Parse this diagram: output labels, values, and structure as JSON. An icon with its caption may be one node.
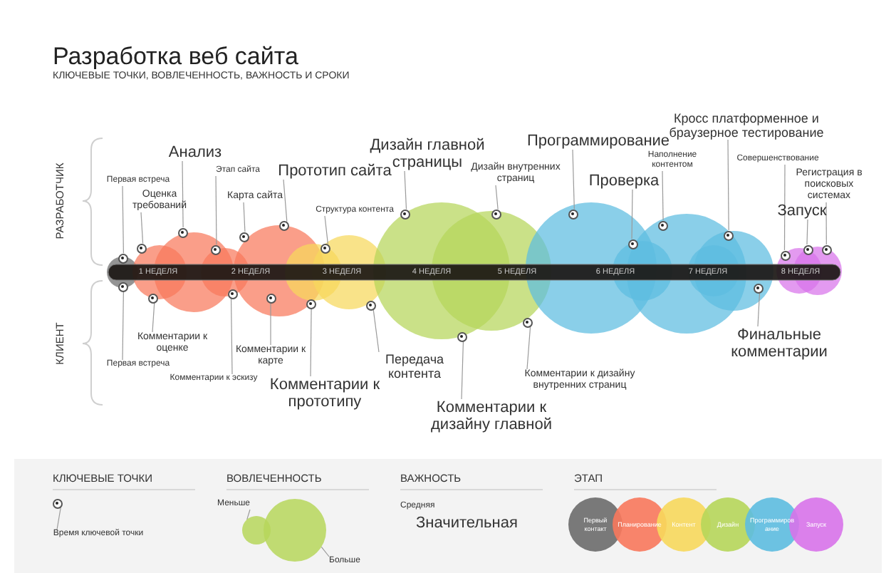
{
  "diagram": {
    "title": "Разработка веб сайта",
    "nodes": [
      {
        "text": [
          "Первая встреча"
        ]
      },
      {
        "text": [],
        "shape": "circle"
      },
      {
        "text": [
          "Оценка требований"
        ]
      },
      {
        "text": [],
        "shape": "circle"
      },
      {
        "text": [
          "Анализ"
        ]
      },
      {
        "text": [],
        "shape": "circle"
      },
      {
        "text": [
          "Этап сайта"
        ]
      },
      {
        "text": [],
        "shape": "circle"
      },
      {
        "text": [
          "Карта сайта"
        ]
      },
      {
        "text": [],
        "shape": "circle"
      },
      {
        "text": [
          "Прототип сайта"
        ]
      },
      {
        "text": [],
        "shape": "circle"
      },
      {
        "text": [
          "Структура контента"
        ]
      },
      {
        "text": [],
        "shape": "circle"
      },
      {
        "text": [
          "Дизайн главной страницы"
        ]
      },
      {
        "text": [],
        "shape": "circle"
      },
      {
        "text": [
          "Дизайн внутренних страниц"
        ]
      },
      {
        "text": [],
        "shape": "circle"
      },
      {
        "text": [
          "Программирование"
        ]
      },
      {
        "text": [],
        "shape": "circle"
      },
      {
        "text": [
          "Проверка"
        ]
      },
      {
        "text": [],
        "shape": "circle"
      },
      {
        "text": [
          "Наполнение контентом"
        ]
      },
      {
        "text": [],
        "shape": "circle"
      },
      {
        "text": [
          "Кросс платформенное и браузерное тестирование"
        ]
      },
      {
        "text": [],
        "shape": "circle"
      },
      {
        "text": [
          "Совершенствование"
        ]
      },
      {
        "text": [],
        "shape": "circle"
      },
      {
        "text": [
          "Регистрация в поисковых системах"
        ]
      },
      {
        "text": [],
        "shape": "circle"
      },
      {
        "text": [
          "Запуск"
        ]
      },
      {
        "text": [],
        "shape": "circle"
      },
      {
        "text": [
          "Первая встреча"
        ]
      },
      {
        "text": [],
        "shape": "circle"
      },
      {
        "text": [
          "Комментарии к оценке"
        ]
      },
      {
        "text": [],
        "shape": "circle"
      },
      {
        "text": [
          "Комментарии к эскизу"
        ]
      },
      {
        "text": [],
        "shape": "circle"
      },
      {
        "text": [
          "Комментарии к карте"
        ]
      },
      {
        "text": [],
        "shape": "circle"
      },
      {
        "text": [
          "Комментарии к прототипу"
        ]
      },
      {
        "text": [],
        "shape": "circle"
      },
      {
        "text": [
          "Передача контента"
        ]
      },
      {
        "text": [],
        "shape": "circle"
      },
      {
        "text": [
          "Комментарии к дизайну главной"
        ]
      },
      {
        "text": [],
        "shape": "circle"
      },
      {
        "text": [
          "Комментарии к дизайну внутренних страниц"
        ]
      },
      {
        "text": [],
        "shape": "circle"
      },
      {
        "text": [
          "Финальные комментарии"
        ]
      },
      {
        "text": [],
        "shape": "circle"
      },
      {
        "text": [
          "Время ключевой точки"
        ]
      },
      {
        "text": [],
        "shape": "circle"
      },
      {
        "text": [
          "Меньше"
        ]
      },
      {
        "text": [],
        "shape": "circle"
      },
      {
        "text": [
          "Больше"
        ]
      },
      {
        "text": [],
        "shape": "circle"
      }
    ],
    "edges": [
      {
        "from": 0,
        "to": 1,
        "arrow": "none"
      },
      {
        "from": 2,
        "to": 3,
        "arrow": "none"
      },
      {
        "from": 4,
        "to": 5,
        "arrow": "none"
      },
      {
        "from": 6,
        "to": 7,
        "arrow": "none"
      },
      {
        "from": 8,
        "to": 9,
        "arrow": "none"
      },
      {
        "from": 10,
        "to": 11,
        "arrow": "none"
      },
      {
        "from": 12,
        "to": 13,
        "arrow": "none"
      },
      {
        "from": 14,
        "to": 15,
        "arrow": "none"
      },
      {
        "from": 16,
        "to": 17,
        "arrow": "none"
      },
      {
        "from": 18,
        "to": 19,
        "arrow": "none"
      },
      {
        "from": 20,
        "to": 21,
        "arrow": "none"
      },
      {
        "from": 22,
        "to": 23,
        "arrow": "none"
      },
      {
        "from": 24,
        "to": 25,
        "arrow": "none"
      },
      {
        "from": 26,
        "to": 27,
        "arrow": "none"
      },
      {
        "from": 28,
        "to": 29,
        "arrow": "none"
      },
      {
        "from": 30,
        "to": 31,
        "arrow": "none"
      },
      {
        "from": 32,
        "to": 33,
        "arrow": "none"
      },
      {
        "from": 34,
        "to": 35,
        "arrow": "none"
      },
      {
        "from": 36,
        "to": 37,
        "arrow": "none"
      },
      {
        "from": 38,
        "to": 39,
        "arrow": "none"
      },
      {
        "from": 40,
        "to": 41,
        "arrow": "none"
      },
      {
        "from": 42,
        "to": 43,
        "arrow": "none"
      },
      {
        "from": 44,
        "to": 45,
        "arrow": "none"
      },
      {
        "from": 46,
        "to": 47,
        "arrow": "none"
      },
      {
        "from": 48,
        "to": 49,
        "arrow": "none"
      },
      {
        "from": 50,
        "to": 51,
        "arrow": "none"
      },
      {
        "from": 52,
        "to": 53,
        "arrow": "none"
      },
      {
        "from": 54,
        "to": 55,
        "arrow": "none"
      }
    ],
    "labels": [
      "КЛЮЧЕВЫЕ ТОЧКИ, ВОВЛЕЧЕННОСТЬ, ВАЖНОСТЬ И СРОКИ",
      "РАЗРАБОТЧИК",
      "КЛИЕНТ",
      "1 НЕДЕЛЯ",
      "2 НЕДЕЛЯ",
      "3 НЕДЕЛЯ",
      "4 НЕДЕЛЯ",
      "5 НЕДЕЛЯ",
      "6 НЕДЕЛЯ",
      "7 НЕДЕЛЯ",
      "8 НЕДЕЛЯ",
      "КЛЮЧЕВЫЕ ТОЧКИ",
      "ВОВЛЕЧЕННОСТЬ",
      "ВАЖНОСТЬ",
      "ЭТАП",
      "Средняя",
      "Значительная"
    ],
    "legend": [
      {
        "text": "Первый контакт",
        "color": "#6b6b6b"
      },
      {
        "text": "Планирование",
        "color": "#f8785c"
      },
      {
        "text": "Контент",
        "color": "#f7d85c"
      },
      {
        "text": "Дизайн",
        "color": "#b6d65a"
      },
      {
        "text": "Программирование",
        "color": "#5dbde0"
      },
      {
        "text": "Запуск",
        "color": "#d873ea"
      }
    ]
  }
}
